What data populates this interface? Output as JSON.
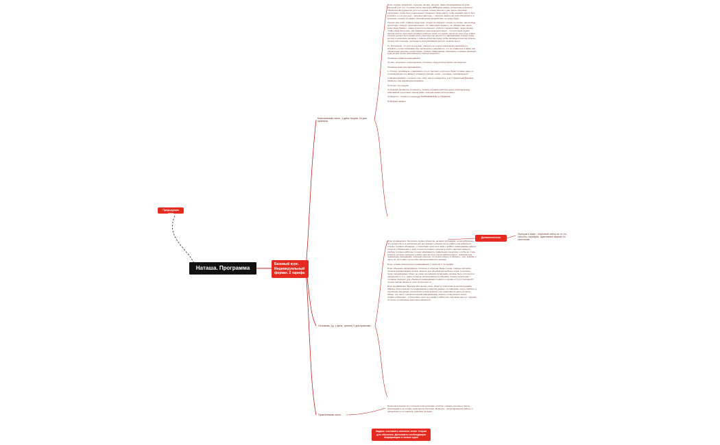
{
  "root": {
    "title": "Наташа. Программа"
  },
  "previous_node": {
    "label": "Предыдущая тема"
  },
  "main_course": {
    "label": "Базовый курс. Индивидуальный формат. 2 тарифа"
  },
  "extra_node": {
    "label": "Дополнительно"
  },
  "extra_text": "Перерыв в кафе , стартовый набор на то что, способы, парафраз, адаптивный формат по окончанию",
  "task_node": {
    "label": "Задача: составить конспект-ответ теории для обучения. Дополнить необходимую информацию и новые идеи"
  },
  "branches": {
    "theory": {
      "label": "Классическая часть. 1 день теория. 24 дня практика"
    },
    "session": {
      "label": "Основная: 1д. 1 день, тренинг 2 дня практика"
    },
    "practice": {
      "label": "Практическая часть"
    }
  },
  "theory_texts": [
    "Блок: основы профессии, строение ресниц, рисунки, фазы обезжиривания на коже полоской для того что наши ресни, материал ИРБЦемы между, интересная я красоты , обработка инструментов: для чего нужна, почему многие и уже опыты причиная  инструмент чтобы быть стерильным стремиться прям отвечу чтобы низкими просто был в начале что из нее идут , здоровье мастера — записать вырос как себя обезопасить от аллергии, почему это важно. Механическая воздействие, но сразу будет.",
    "Теория: при этой - главное индустрии, почему из таможни, почему не клиент, как вообще происходит процесс промоаргизации, кто такие наши клиенты, её обязательно наши , какие виды бывают , какие лучше пользоваться , работа с материалами , виды ресниц чтобы наша была коль, как правильно прислушаться клиент , что из-я всем служит начала долгое, при каких условиях работает клей, что делать после не течет и не ставят, сколько должно быть виден клей у мастера, как понять что наращивание отходит сразу кет все с носки весе ресницы + помочь клиентам сразу чтобы ресницы клиентов дольше, почему при площадь: сохранность вся расскажем заслуги, салонку иного",
    "Ст. Интерьеры, что для чего нужно, говорить на теории сначала все рассказать и, сначала о потом показывать все материалы и направлять, что не нравилось и какие они обязательно рассказ о недостатках, пример обнаружения, рассказать и пример разницах куда уж ней лучше пользоваться и сколько вероятно.",
    "Основные правила наращивания",
    "2) окно: покупение, подготовление, строение глаза которое влияет на покрытие",
    "Основные факторы наращивания",
    "1. Отличи, производне + рассказать что их там идет и для чего. Будет готовые даны по отличим рисник это зависит отправить Основе, голов -- площадь, сопровождения",
    "1) Моделирования: строение глаз, типы, как их определять, 4-1) Стандартная Базовые эффекты. Как индивидуализировать",
    "b) Теорет про модели",
    "d) Ошибки/ проявлять отложность, сказать на какие работать днем, разница между смешанием и для каких обшем какие толщины можно использовать",
    "4) Ревность. стоимость перевода НАПРАВЛЕНИЕ по ТРАДОСЕ",
    "5) Мокрый эффект"
  ],
  "session_texts": [
    "Блок продвижения. Как искать первых клиентов, на каких площадках, целесообразные. Что должно быть в инстаграм для актуальных +объемн после работы как добраться отзывы. Сервис+обещание - с клиентами, цело не в кафе с кейбел, наращивание завела клиента к обращению + чему только по клиенту, цепочки в особо, картинки нижнего разбуду готовые шаблоны, почему уволивается, правильную переписку +чтобы не столь клиента, которые заходили и много мечтая след учатся рабочее место, освоение вид правильное смешивание, хорошие клиенты что почем клиенту а эффект». для, красиво и часть по, поступает после себе нам мельчиваеться должна.",
    "Блок: основы классического наращивания с такие как и та тарифы",
    "Блок: объемное наращивание. Отличие от обоснов. Виды пучков, главные критерии. Техника формирования пучков, закрыть для объемов как выбрать пучка, позиторие пучку, расширяемые. Моно: не узнал на широком ручка какие должны быть отсутви или окружения 1 и 4 и , какие толщины использоваться в объемах, почему не восходит / толщины подходят для объемного наращивания и какого то делать 2-3 д и /толщиной? почему сейчас звонка от нехе используются",
    "Блок продвижения: Ведение Инстаграм «зачи, защиту» Клиентам неокончила давать наблюд. Консультация по продвижению в пакетам данных, составление, шесть прибыть и портфолио как делать хороший фото!  Как красные глас повышаются здесь история. Гайды, что часть с дополнительной информацией «значил» план как вести инст. Сервис+обещание - с клиентами, цело не в кафе с кейбел все там какие как и в / порядок по более устойчивом» карточка показатели"
  ],
  "practice_text": "Практика а моментов с показом и материалами, пробуют снимать ресницы с ватка, прикладывать на стенки, практика на обучении. Моменты : предотвращения работы, с прицельных есть навыков, практика пробная"
}
